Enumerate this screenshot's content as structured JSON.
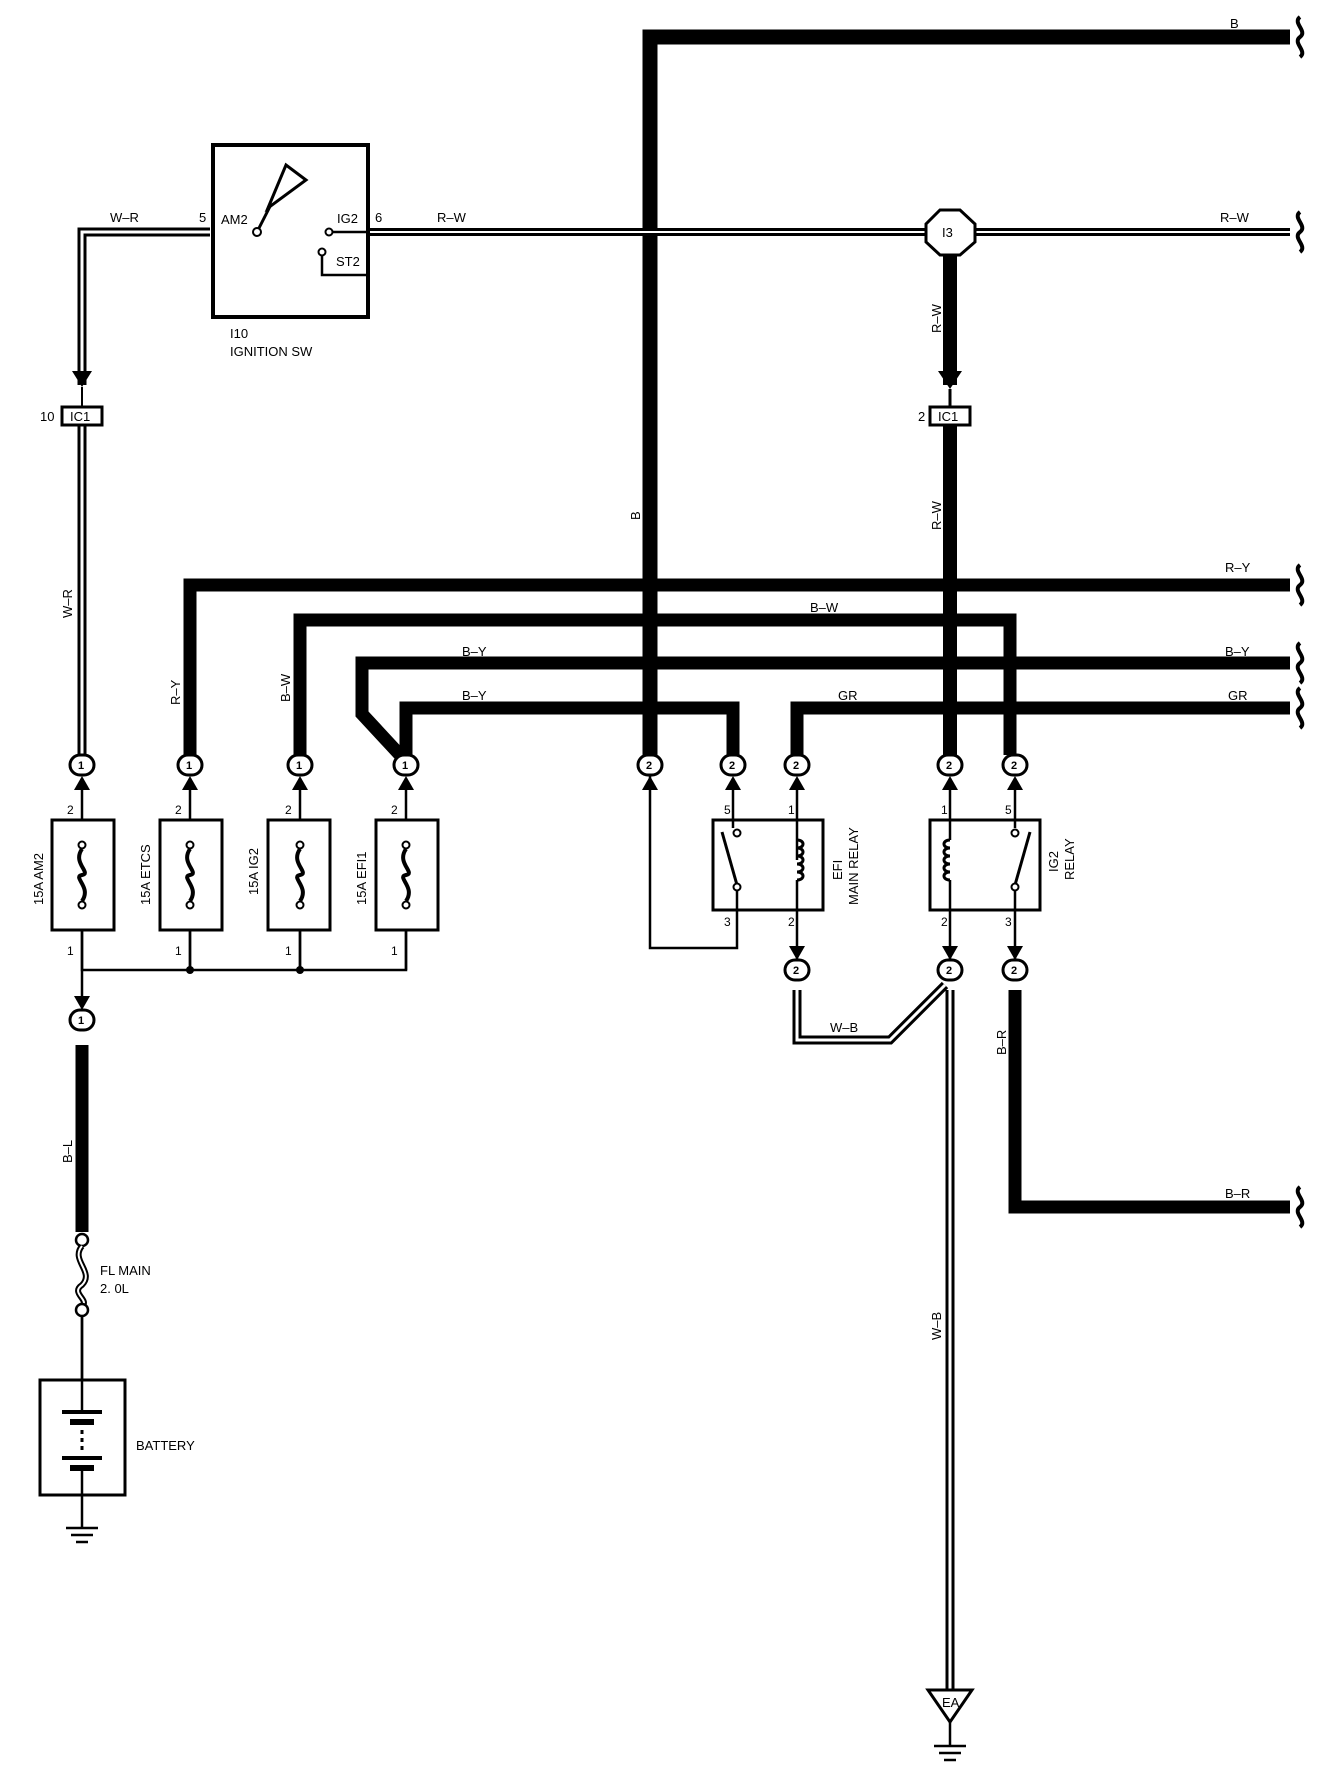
{
  "wires": {
    "b_top": "B",
    "b_vertical": "B",
    "rw_top_left": "R–W",
    "rw_top_right": "R–W",
    "rw_vert_1": "R–W",
    "rw_vert_2": "R–W",
    "wr_top": "W–R",
    "wr_vert": "W–R",
    "ry_top": "R–Y",
    "ry_vert": "R–Y",
    "bw_top": "B–W",
    "bw_vert": "B–W",
    "by_1_mid": "B–Y",
    "by_1_right": "B–Y",
    "by_2_mid": "B–Y",
    "gr_mid": "GR",
    "gr_right": "GR",
    "bl_vert": "B–L",
    "wb_horiz": "W–B",
    "wb_vert": "W–B",
    "br_vert": "B–R",
    "br_right": "B–R"
  },
  "ignition": {
    "id": "I10",
    "name": "IGNITION SW",
    "am2": "AM2",
    "ig2": "IG2",
    "st2": "ST2",
    "pin_am2": "5",
    "pin_ig2": "6"
  },
  "connectors": {
    "ic1_left": "IC1",
    "ic1_left_pin": "10",
    "ic1_right": "IC1",
    "ic1_right_pin": "2",
    "i3": "I3"
  },
  "fuses": [
    {
      "label": "15A AM2"
    },
    {
      "label": "15A ETCS"
    },
    {
      "label": "15A IG2"
    },
    {
      "label": "15A EFI1"
    }
  ],
  "relays": {
    "efi_line1": "EFI",
    "efi_line2": "MAIN RELAY",
    "ig2_line1": "IG2",
    "ig2_line2": "RELAY"
  },
  "fl_main": {
    "line1": "FL MAIN",
    "line2": "2. 0L"
  },
  "battery": "BATTERY",
  "ground": "EA",
  "pins": {
    "one": "1",
    "two": "2",
    "three": "3",
    "five": "5"
  }
}
